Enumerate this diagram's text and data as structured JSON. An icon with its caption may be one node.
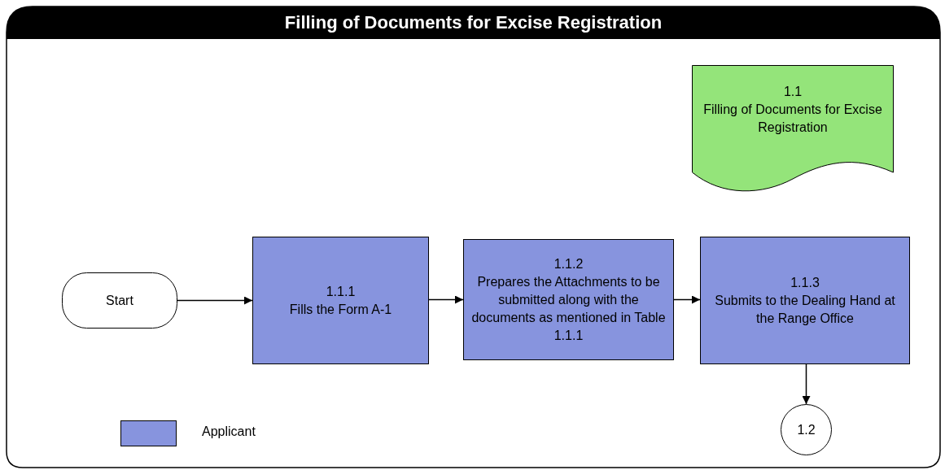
{
  "diagram": {
    "title": "Filling of Documents for Excise Registration",
    "nodes": [
      {
        "text": [
          "1.1",
          "Filling of Documents for Excise Registration"
        ]
      },
      {
        "text": [
          "Start"
        ]
      },
      {
        "text": [
          "1.1.1",
          "Fills the Form A-1"
        ]
      },
      {
        "text": [
          "1.1.2",
          "Prepares the Attachments to be submitted along with the documents as mentioned in Table 1.1.1"
        ]
      },
      {
        "text": [
          "1.1.3",
          "Submits to the Dealing Hand at the Range Office"
        ]
      },
      {
        "text": [
          "1.2"
        ]
      }
    ],
    "edges": [
      {
        "from": 1,
        "to": 2,
        "arrow": "to"
      },
      {
        "from": 2,
        "to": 3,
        "arrow": "to"
      },
      {
        "from": 3,
        "to": 4,
        "arrow": "to"
      },
      {
        "from": 4,
        "to": 5,
        "arrow": "to"
      }
    ],
    "legend": [
      {
        "text": "Applicant",
        "color": "#8794de"
      }
    ]
  }
}
